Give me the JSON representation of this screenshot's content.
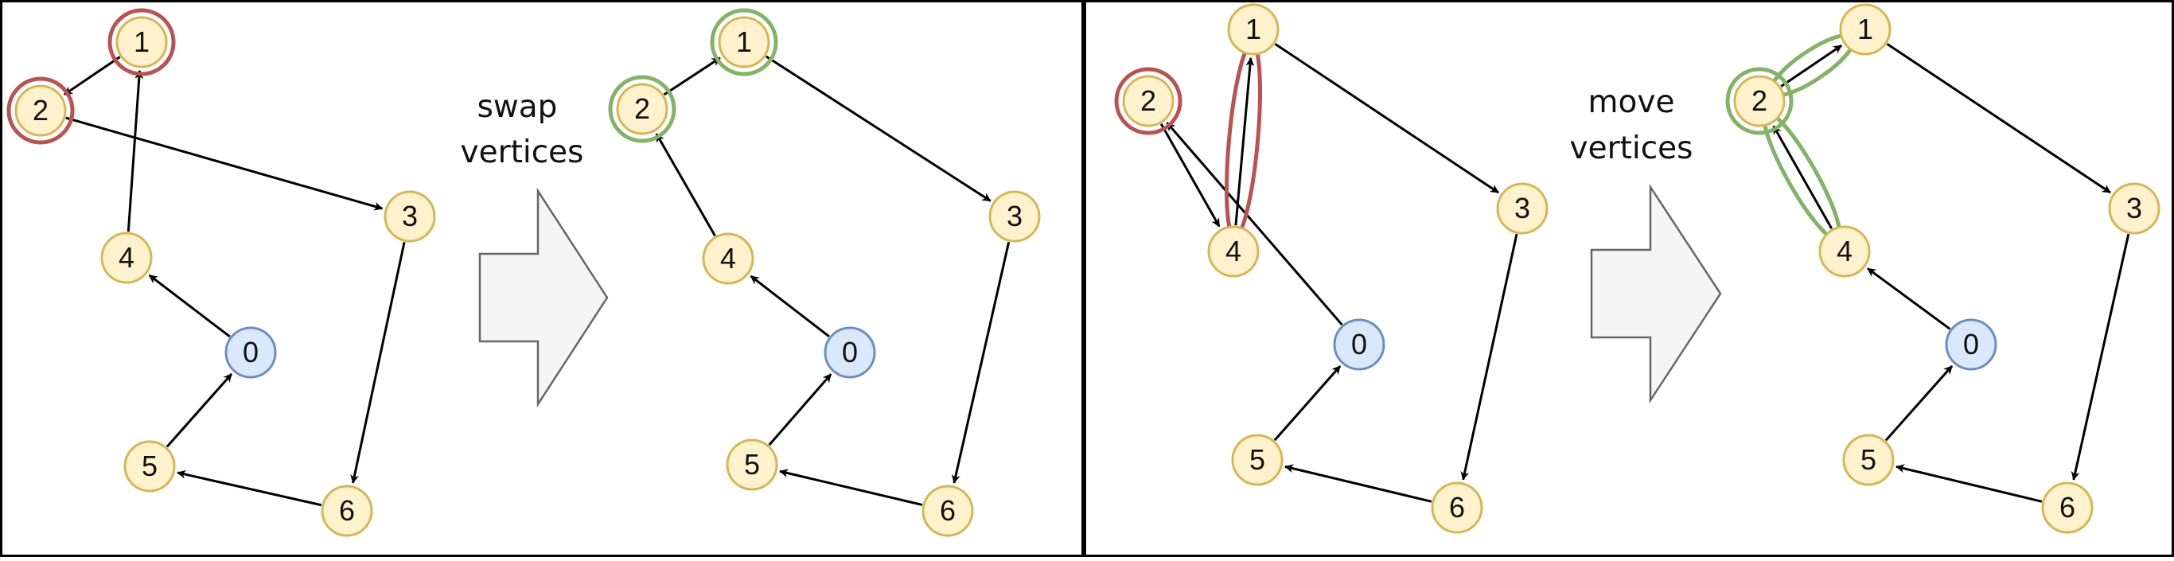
{
  "colors": {
    "depot_fill": "#dae8fc",
    "depot_stroke": "#6c8ebf",
    "node_fill": "#fff2cc",
    "node_stroke": "#d6b656",
    "highlight_bad": "#b85450",
    "highlight_good": "#82b366",
    "edge": "#000000",
    "border": "#000000",
    "arrow_fill": "#f5f5f5",
    "arrow_stroke": "#666666"
  },
  "operations": {
    "swap": {
      "line1": "swap",
      "line2": "vertices"
    },
    "move": {
      "line1": "move",
      "line2": "vertices"
    }
  },
  "panels": [
    {
      "id": "swap-before",
      "nodes": [
        {
          "label": "0",
          "kind": "depot"
        },
        {
          "label": "1",
          "kind": "customer"
        },
        {
          "label": "2",
          "kind": "customer"
        },
        {
          "label": "3",
          "kind": "customer"
        },
        {
          "label": "4",
          "kind": "customer"
        },
        {
          "label": "5",
          "kind": "customer"
        },
        {
          "label": "6",
          "kind": "customer"
        }
      ],
      "tour": [
        "0",
        "4",
        "1",
        "2",
        "3",
        "6",
        "5",
        "0"
      ],
      "highlighted_nodes": [
        "1",
        "2"
      ],
      "highlight_color": "bad"
    },
    {
      "id": "swap-after",
      "nodes": [
        {
          "label": "0",
          "kind": "depot"
        },
        {
          "label": "1",
          "kind": "customer"
        },
        {
          "label": "2",
          "kind": "customer"
        },
        {
          "label": "3",
          "kind": "customer"
        },
        {
          "label": "4",
          "kind": "customer"
        },
        {
          "label": "5",
          "kind": "customer"
        },
        {
          "label": "6",
          "kind": "customer"
        }
      ],
      "tour": [
        "0",
        "4",
        "2",
        "1",
        "3",
        "6",
        "5",
        "0"
      ],
      "highlighted_nodes": [
        "1",
        "2"
      ],
      "highlight_color": "good"
    },
    {
      "id": "move-before",
      "nodes": [
        {
          "label": "0",
          "kind": "depot"
        },
        {
          "label": "1",
          "kind": "customer"
        },
        {
          "label": "2",
          "kind": "customer"
        },
        {
          "label": "3",
          "kind": "customer"
        },
        {
          "label": "4",
          "kind": "customer"
        },
        {
          "label": "5",
          "kind": "customer"
        },
        {
          "label": "6",
          "kind": "customer"
        }
      ],
      "tour": [
        "0",
        "2",
        "4",
        "1",
        "3",
        "6",
        "5",
        "0"
      ],
      "highlighted_nodes": [
        "2"
      ],
      "highlighted_edges": [
        [
          "4",
          "1"
        ]
      ],
      "highlight_color": "bad"
    },
    {
      "id": "move-after",
      "nodes": [
        {
          "label": "0",
          "kind": "depot"
        },
        {
          "label": "1",
          "kind": "customer"
        },
        {
          "label": "2",
          "kind": "customer"
        },
        {
          "label": "3",
          "kind": "customer"
        },
        {
          "label": "4",
          "kind": "customer"
        },
        {
          "label": "5",
          "kind": "customer"
        },
        {
          "label": "6",
          "kind": "customer"
        }
      ],
      "tour": [
        "0",
        "4",
        "2",
        "1",
        "3",
        "6",
        "5",
        "0"
      ],
      "highlighted_nodes": [
        "2"
      ],
      "highlighted_edges": [
        [
          "4",
          "2"
        ],
        [
          "2",
          "1"
        ]
      ],
      "highlight_color": "good"
    }
  ]
}
